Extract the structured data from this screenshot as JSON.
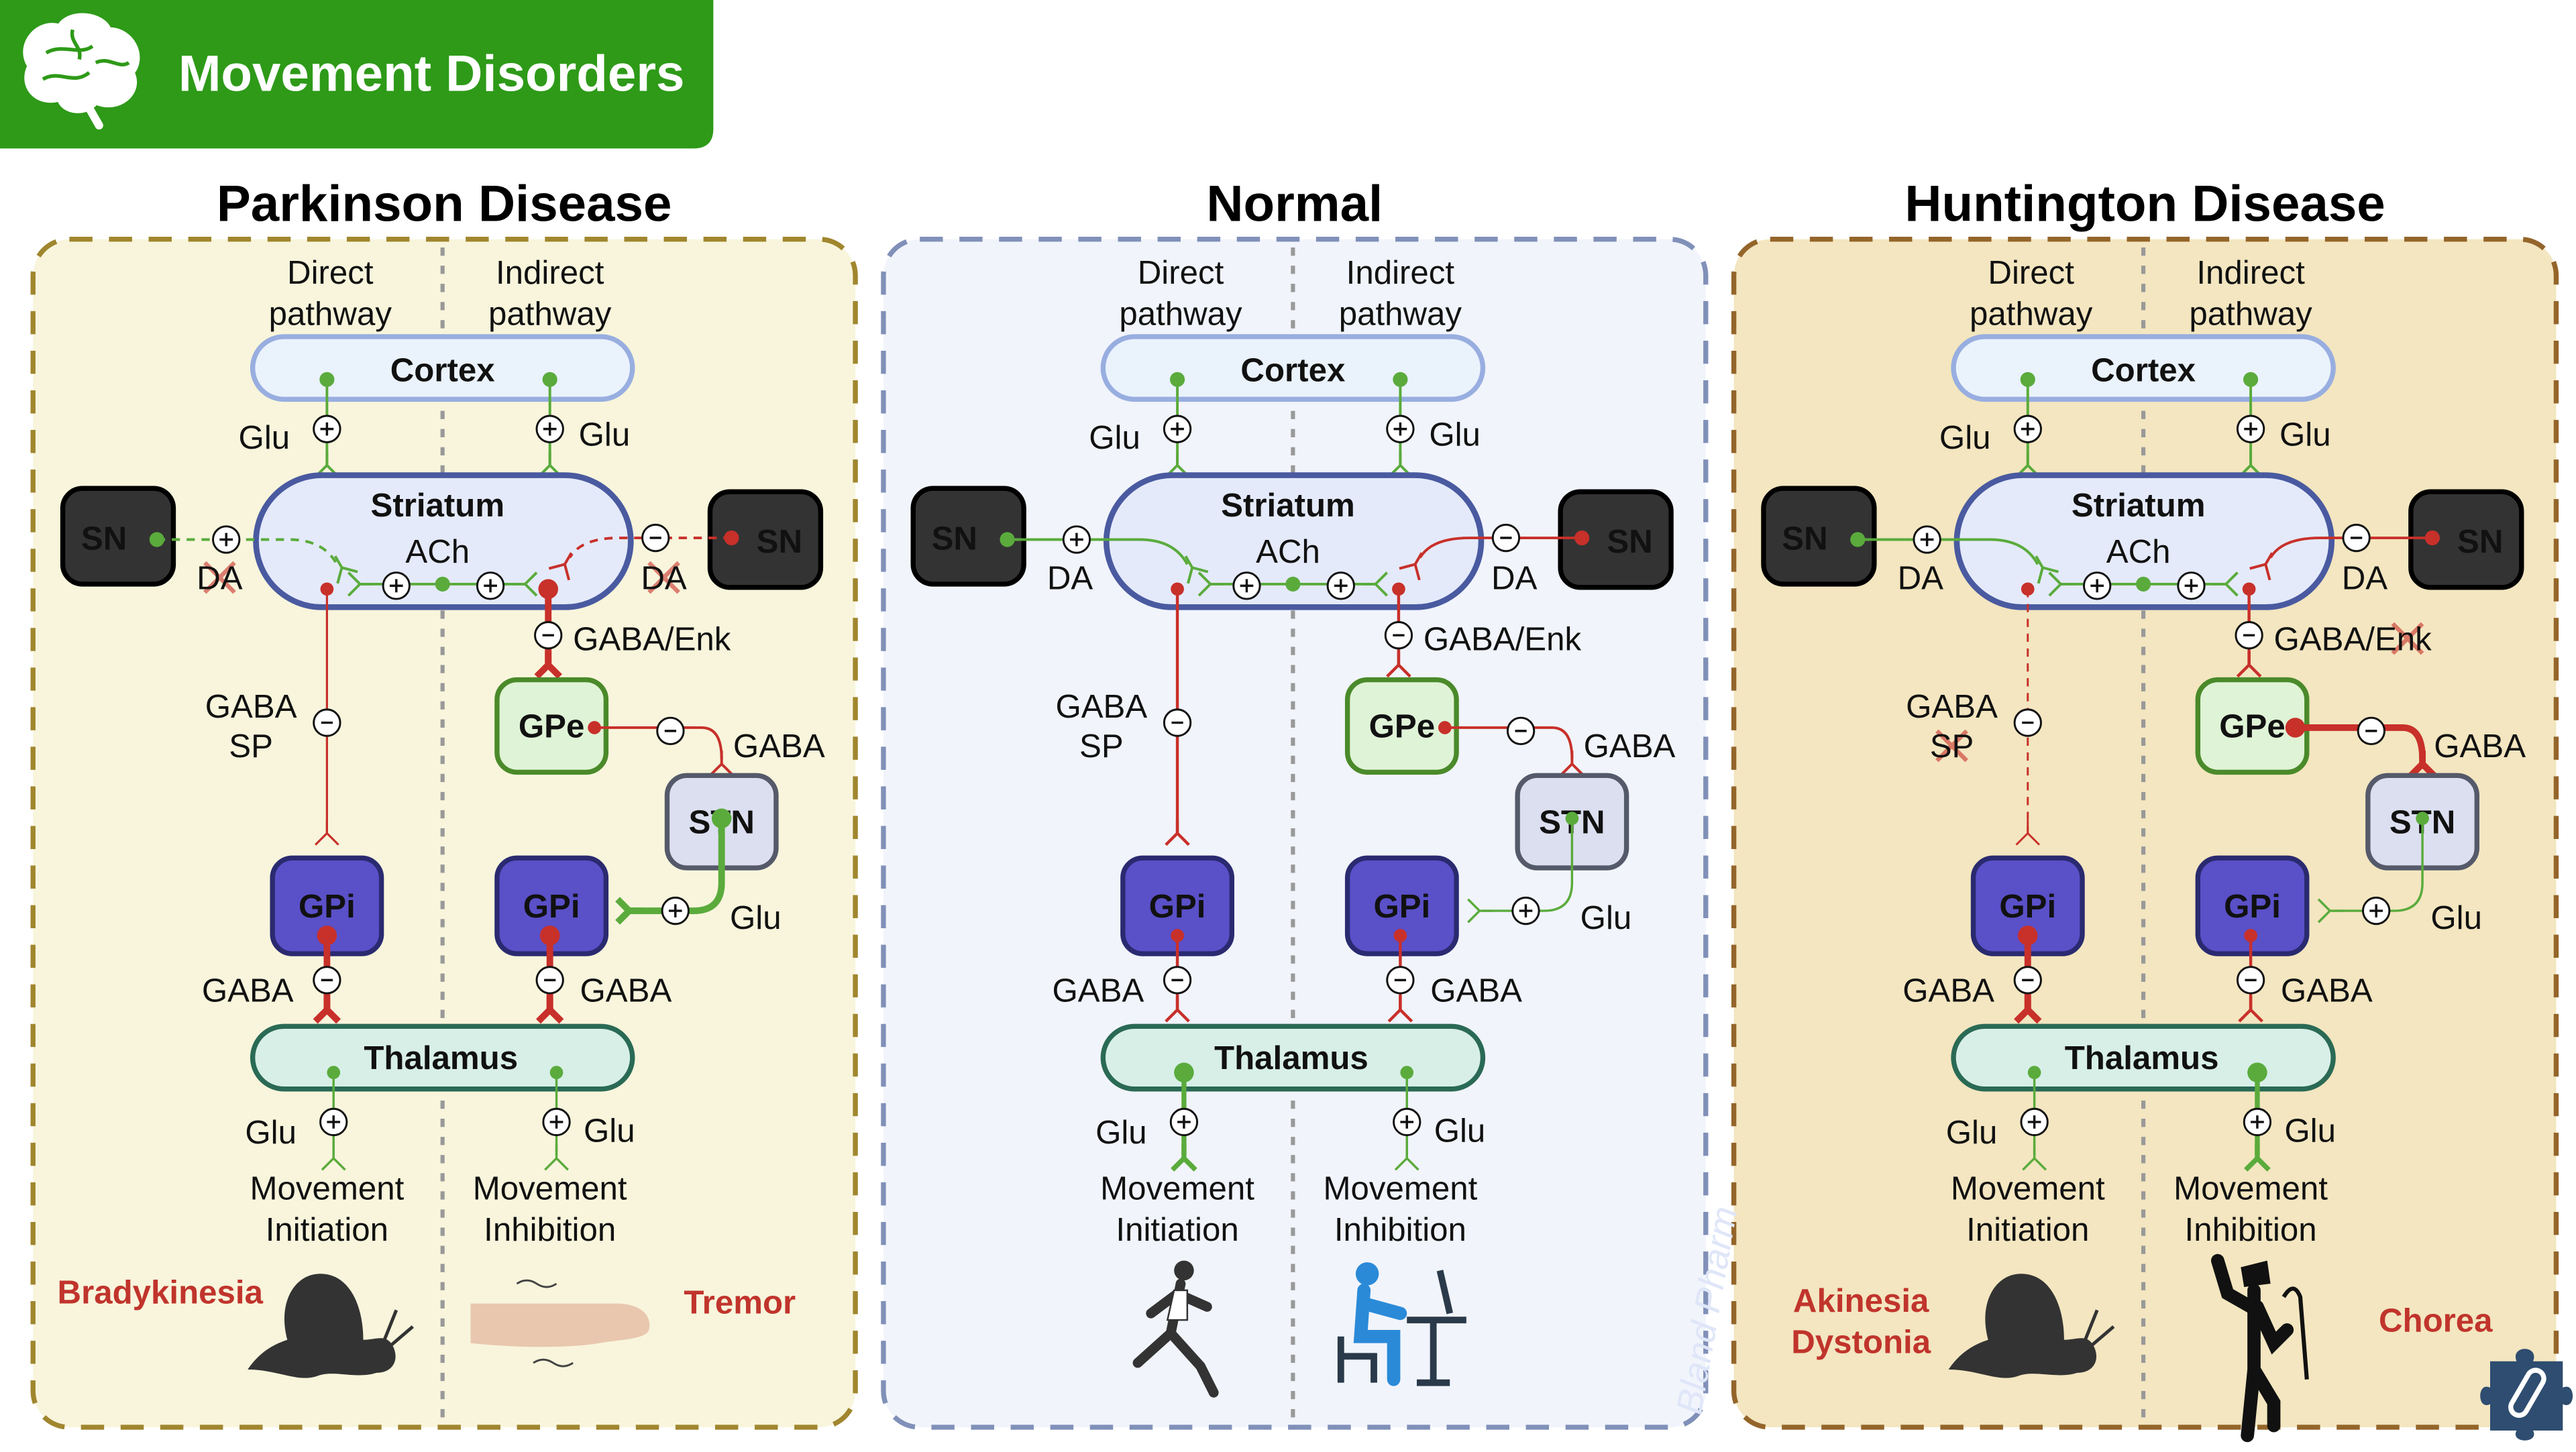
{
  "header": {
    "title": "Movement Disorders",
    "icon": "brain-icon",
    "color": "#2e9a18"
  },
  "watermark": "Bland Pharm",
  "colors": {
    "excitatory": "#5aab3c",
    "inhibitory": "#c8302a",
    "gpi": "#5a50c8",
    "sn": "#333333"
  },
  "panels": [
    {
      "title": "Parkinson Disease",
      "labels": {
        "direct": [
          "Direct",
          "pathway"
        ],
        "indirect": [
          "Indirect",
          "pathway"
        ],
        "cortex": "Cortex",
        "striatum": "Striatum",
        "ach": "ACh",
        "sn": "SN",
        "da": "DA",
        "glu": "Glu",
        "gaba_sp": [
          "GABA",
          "SP"
        ],
        "gaba_enk": "GABA/Enk",
        "gpe": "GPe",
        "gaba": "GABA",
        "stn": "STN",
        "gpi": "GPi",
        "thalamus": "Thalamus",
        "initiation": [
          "Movement",
          "Initiation"
        ],
        "inhibition": [
          "Movement",
          "Inhibition"
        ]
      },
      "symptoms_left": [
        "Bradykinesia"
      ],
      "symptoms_right": [
        "Tremor"
      ],
      "icons": [
        "snail-icon",
        "trembling-hand-icon"
      ],
      "colors": {
        "bg": "#f8f5dc",
        "border": "#a0862e"
      }
    },
    {
      "title": "Normal",
      "labels": {
        "direct": [
          "Direct",
          "pathway"
        ],
        "indirect": [
          "Indirect",
          "pathway"
        ],
        "cortex": "Cortex",
        "striatum": "Striatum",
        "ach": "ACh",
        "sn": "SN",
        "da": "DA",
        "glu": "Glu",
        "gaba_sp": [
          "GABA",
          "SP"
        ],
        "gaba_enk": "GABA/Enk",
        "gpe": "GPe",
        "gaba": "GABA",
        "stn": "STN",
        "gpi": "GPi",
        "thalamus": "Thalamus",
        "initiation": [
          "Movement",
          "Initiation"
        ],
        "inhibition": [
          "Movement",
          "Inhibition"
        ]
      },
      "symptoms_left": [],
      "symptoms_right": [],
      "icons": [
        "runner-icon",
        "person-at-desk-icon"
      ],
      "colors": {
        "bg": "#f1f4fb",
        "border": "#8090b8"
      }
    },
    {
      "title": "Huntington Disease",
      "labels": {
        "direct": [
          "Direct",
          "pathway"
        ],
        "indirect": [
          "Indirect",
          "pathway"
        ],
        "cortex": "Cortex",
        "striatum": "Striatum",
        "ach": "ACh",
        "sn": "SN",
        "da": "DA",
        "glu": "Glu",
        "gaba_sp": [
          "GABA",
          "SP"
        ],
        "gaba_enk": "GABA/Enk",
        "gpe": "GPe",
        "gaba": "GABA",
        "stn": "STN",
        "gpi": "GPi",
        "thalamus": "Thalamus",
        "initiation": [
          "Movement",
          "Initiation"
        ],
        "inhibition": [
          "Movement",
          "Inhibition"
        ]
      },
      "symptoms_left": [
        "Akinesia",
        "Dystonia"
      ],
      "symptoms_right": [
        "Chorea"
      ],
      "icons": [
        "snail-icon",
        "dancing-man-icon"
      ],
      "colors": {
        "bg": "#f3e6c0",
        "border": "#94652a"
      }
    }
  ],
  "corner_icon": "puzzle-pill-icon"
}
